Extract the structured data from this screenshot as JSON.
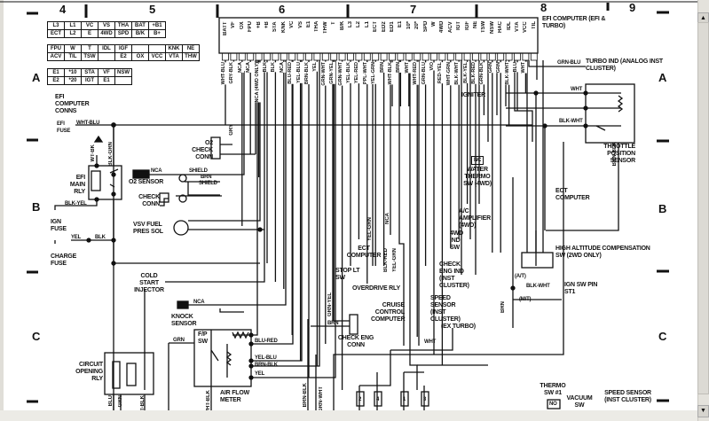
{
  "columns": [
    "4",
    "5",
    "6",
    "7",
    "8",
    "9"
  ],
  "rows_left": [
    "A",
    "B",
    "C"
  ],
  "rows_right": [
    "A",
    "B",
    "C"
  ],
  "conn_table_1": [
    [
      "L3",
      "L1",
      "VC",
      "VS",
      "THA",
      "BAT",
      "+B1"
    ],
    [
      "ECT",
      "L2",
      "E",
      "4WD",
      "SPD",
      "B/K",
      "B+"
    ]
  ],
  "conn_table_2": [
    [
      "FPU",
      "W",
      "T",
      "IDL",
      "IGF",
      "",
      "",
      "KNK",
      "NE"
    ],
    [
      "ACV",
      "TIL",
      "TSW",
      "",
      "E2",
      "OX",
      "VCC",
      "VTA",
      "THW"
    ]
  ],
  "conn_table_3": [
    [
      "E1",
      "*10",
      "STA",
      "VF",
      "NSW"
    ],
    [
      "E2",
      "*20",
      "IGT",
      "E1",
      ""
    ]
  ],
  "conn_label": "EFI COMPUTER CONNS",
  "computer_label": "EFI COMPUTER (EFI & TURBO)",
  "pins": [
    "BATT",
    "VF",
    "OX",
    "FPU",
    "+B",
    "+B",
    "STA",
    "KNK",
    "VC",
    "VS",
    "E1",
    "THA",
    "THW",
    "T",
    "B/K",
    "L3",
    "L2",
    "L1",
    "ECT",
    "ED2",
    "ED1",
    "E1",
    "10*",
    "20*",
    "SPD",
    "W",
    "4WD",
    "ACV",
    "IGT",
    "IGF",
    "NE",
    "TSW",
    "NSW",
    "HAC",
    "IDL",
    "VTA",
    "VCC",
    "TIL"
  ],
  "wire_colors": [
    "WHT-BLU",
    "GRY-BLK",
    "NCA",
    "NCA",
    "NCA (4WD ONLY)",
    "BLK",
    "BLK",
    "NCA",
    "BLU-RED",
    "YEL-BLU",
    "BRN-BLK",
    "YEL",
    "GRN-WHT",
    "GRN-YEL",
    "GRN-WHT",
    "YEL-BLK",
    "YEL-RED",
    "PPL-WHT",
    "YEL-GRN",
    "BRN",
    "WHT-BLK",
    "BRN",
    "WHT",
    "WHT-RED",
    "GRN-BLU",
    "VIO",
    "RED-YEL",
    "WHT-GRN",
    "BLK-WHT",
    "BLK-YEL",
    "BLK-RED",
    "GRN-BLK",
    "GRN",
    "GRN",
    "BLK-WHT",
    "BLU",
    "WHT",
    ""
  ],
  "labels": {
    "igniter": "IGNITER",
    "turbo_ind": "TURBO IND (ANALOG INST CLUSTER)",
    "grn_blu": "GRN-BLU",
    "wht": "WHT",
    "blk_wht": "BLK-WHT",
    "tps": "THROTTLE POSITION SENSOR",
    "brn_blk": "BRN-BLK",
    "efi_fuse": "EFI FUSE",
    "wht_blu": "WHT-BLU",
    "wt_bk": "WT-BK",
    "blk_grn": "BLK-GRN",
    "efi_main_rly": "EFI MAIN RLY",
    "blk_yel": "BLK-YEL",
    "ign_fuse": "IGN FUSE",
    "yel": "YEL",
    "blk": "BLK",
    "charge_fuse": "CHARGE FUSE",
    "o2_check_conn": "O2 CHECK CONN",
    "gry": "GRY",
    "brn": "BRN",
    "nca": "NCA",
    "shield": "SHIELD",
    "o2_sensor": "O2 SENSOR",
    "check_conn": "CHECK CONN",
    "vsv": "VSV FUEL PRES SOL",
    "cold_start": "COLD START INJECTOR",
    "knock_sensor": "KNOCK SENSOR",
    "circuit_opening": "CIRCUIT OPENING RLY",
    "fp_sw": "F/P SW",
    "grn": "GRN",
    "blu_red": "BLU-RED",
    "yel_blu": "YEL-BLU",
    "yel2": "YEL",
    "air_flow": "AIR FLOW METER",
    "wht_blk": "WHT-BLK",
    "blu": "BLU",
    "it_blk": "LT-BLK",
    "brn_wht": "GRN-WHT",
    "grn_yel": "GRN-YEL",
    "check_eng_conn": "CHECK ENG CONN",
    "stop_lt": "STOP LT SW",
    "ect_computer": "ECT COMPUTER",
    "yel_grn": "YEL-GRN",
    "blk_red": "BLK-RED",
    "overdrive": "OVERDRIVE RLY",
    "cruise": "CRUISE CONTROL COMPUTER",
    "water_thermo": "WATER THERMO SW (4WD)",
    "nc": "NC",
    "ac_amp": "A/C AMPLIFIER (4WD)",
    "wd_ind": "4WD IND SW",
    "check_eng_ind": "CHECK ENG IND (INST CLUSTER)",
    "speed_sensor": "SPEED SENSOR (INST CLUSTER)",
    "ex_turbo": "(EX TURBO)",
    "ect_computer2": "ECT COMPUTER",
    "high_alt": "HIGH ALTITUDE COMPENSATION SW (2WD ONLY)",
    "at": "(A/T)",
    "mt": "(M/T)",
    "ign_sw": "IGN SW PIN ST1",
    "thermo_sw": "THERMO SW #1",
    "no": "NO",
    "vacuum_sw": "VACUUM SW",
    "speed_sensor2": "SPEED SENSOR (INST CLUSTER)",
    "injectors": [
      "2",
      "4",
      "1",
      "3"
    ]
  }
}
